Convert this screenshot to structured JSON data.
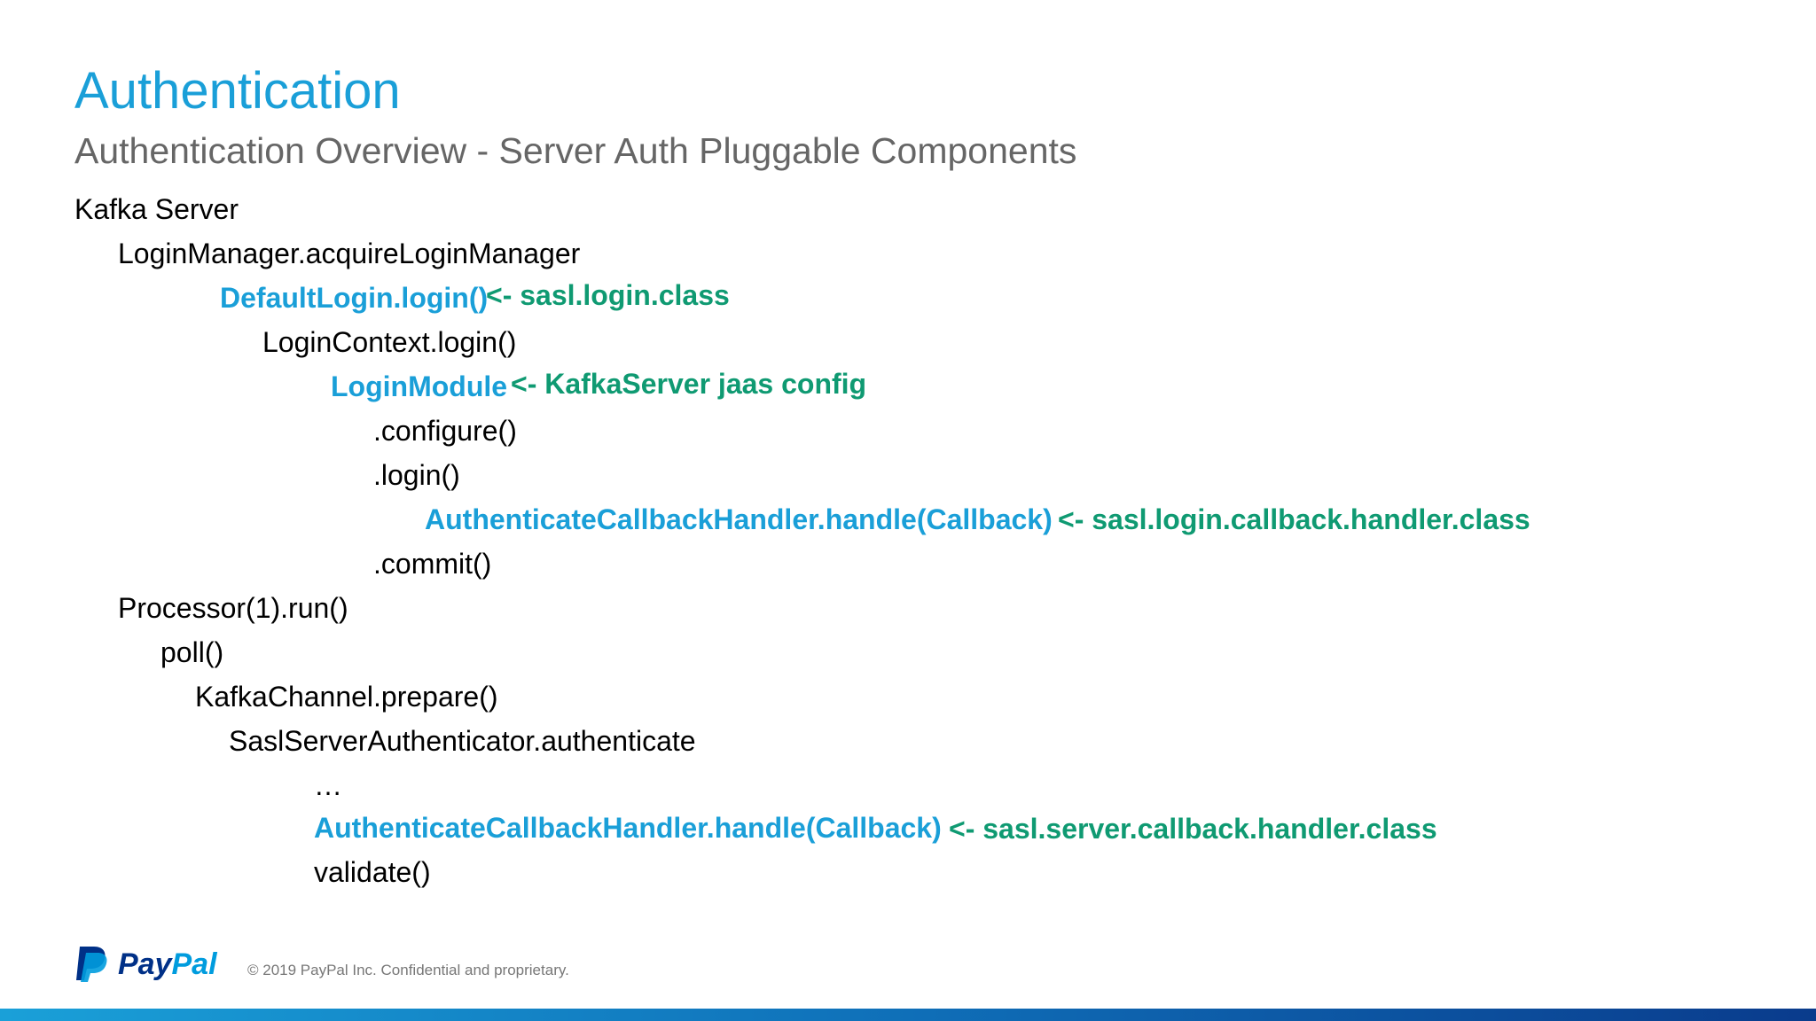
{
  "slide": {
    "title": "Authentication",
    "subtitle": "Authentication Overview - Server Auth Pluggable Components",
    "lines": {
      "l1": "Kafka Server",
      "l2": "LoginManager.acquireLoginManager",
      "l3": "DefaultLogin.login()",
      "l3_note": "<- sasl.login.class",
      "l4": "LoginContext.login()",
      "l5": "LoginModule",
      "l5_note": "<- KafkaServer jaas config",
      "l6": ".configure()",
      "l7": ".login()",
      "l8": "AuthenticateCallbackHandler.handle(Callback)",
      "l8_note": "<- sasl.login.callback.handler.class",
      "l9": ".commit()",
      "l10": "Processor(1).run()",
      "l11": "poll()",
      "l12": "KafkaChannel.prepare()",
      "l13": "SaslServerAuthenticator.authenticate",
      "l14": "…",
      "l15": "AuthenticateCallbackHandler.handle(Callback)",
      "l15_note": "<- sasl.server.callback.handler.class",
      "l16": "validate()"
    }
  },
  "footer": {
    "brand_pay": "Pay",
    "brand_pal": "Pal",
    "copyright": "© 2019 PayPal Inc. Confidential and proprietary."
  },
  "colors": {
    "title": "#1a9fd8",
    "code_highlight": "#1a9fd8",
    "config_note": "#0f9a72",
    "subtitle": "#666666",
    "paypal_dark": "#003087",
    "paypal_light": "#009cde"
  },
  "icons": {
    "logo": "paypal-p-icon"
  }
}
